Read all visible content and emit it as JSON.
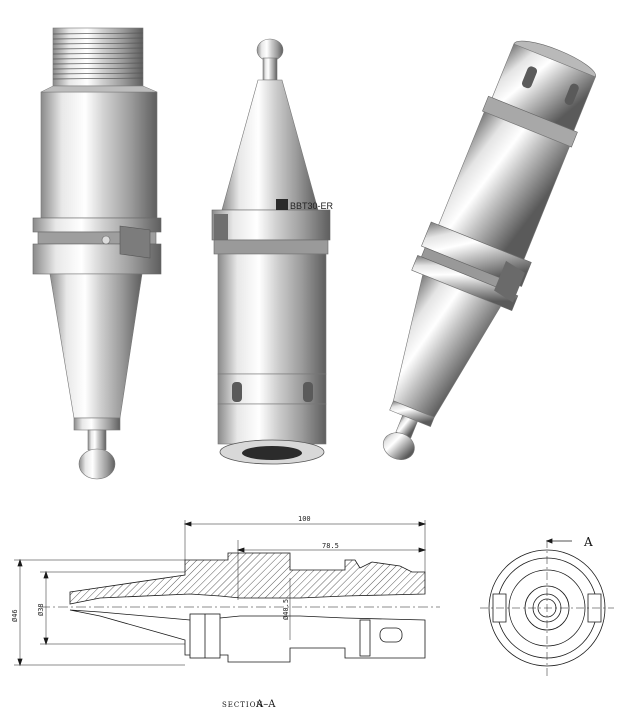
{
  "product": {
    "model_marking": "BBT30-ER"
  },
  "drawing": {
    "dim_total_length": "100",
    "dim_gauge_length": "78.5",
    "dim_flange_diameter": "Ø46",
    "dim_shank_diameter": "Ø38",
    "dim_bore_diameter": "Ø40.5",
    "section_marker": "A",
    "section_caption_prefix": "SECTION",
    "section_caption_value": "A–A"
  },
  "colors": {
    "steel_light": "#f4f4f4",
    "steel_mid": "#c8c8c8",
    "steel_dark": "#6e6e6e",
    "line": "#1a1a1a"
  }
}
